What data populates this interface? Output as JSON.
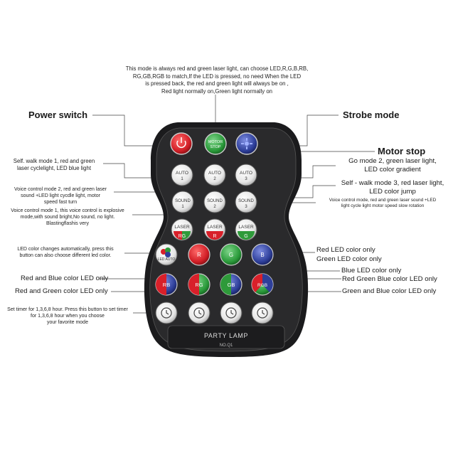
{
  "top_note": {
    "line1": "This mode is always red and green laser light, can choose LED,R,G,B,RB,",
    "line2": "RG,GB,RGB to match,If the LED is pressed, no need When the LED",
    "line3": "is pressed back, the red and green light will always be on ,",
    "line4": "Red light normally on,Green light normally on"
  },
  "callouts": {
    "power_switch": "Power switch",
    "strobe_mode": "Strobe mode",
    "motor_stop": "Motor stop",
    "self_walk_1": [
      "Self. walk mode 1, red and green",
      "laser cyclelight, LED blue light"
    ],
    "go_mode_2": [
      "Go mode 2, green laser light,",
      "LED color gradient"
    ],
    "self_walk_3": [
      "Self - walk mode 3, red laser light,",
      "LED color jump"
    ],
    "voice_mode_2": [
      "Voice control mode 2, red and green laser",
      "sound +LED light cycdle light, motor",
      "speed fast turn"
    ],
    "voice_mode_right": [
      "Voice control mode, red and green laser sound +LED",
      "light cycle light motor speed slow rotation"
    ],
    "voice_mode_1": [
      "Voice control mode 1, this voice control is explosive",
      "mode,with sound bright,No sound, no light.",
      "Blastingflashis very"
    ],
    "led_auto": [
      "LED color changes automatically, press this",
      "button can also choose different led color."
    ],
    "red_led": "Red LED color only",
    "green_led": "Green LED color only",
    "blue_led": "Blue LED color only",
    "rgb_led": "Red Green Blue color LED only",
    "red_blue_led": "Red and Blue color LED only",
    "gb_led": "Green and Blue color LED only",
    "rg_led": "Red and Green color LED only",
    "timer": [
      "Set timer for 1,3,6,8 hour. Press this button to set timer",
      "for 1,3,6,8 hour when you choose",
      "your favorite mode"
    ]
  },
  "remote": {
    "motor_stop_btn": [
      "MOTOR",
      "STOP"
    ],
    "auto_labels": [
      "AUTO",
      "AUTO",
      "AUTO"
    ],
    "auto_nums": [
      "1",
      "2",
      "3"
    ],
    "sound_labels": [
      "SOUND",
      "SOUND",
      "SOUND"
    ],
    "sound_nums": [
      "1",
      "2",
      "3"
    ],
    "laser_labels": [
      "LASER",
      "LASER",
      "LASER"
    ],
    "laser_sub": [
      "RG",
      "R",
      "G"
    ],
    "row5": [
      "LED AUTO",
      "R",
      "G",
      "B"
    ],
    "row6": [
      "RB",
      "RG",
      "GB",
      "RGB"
    ],
    "brand": "PARTY LAMP",
    "model": "NO.Q1"
  },
  "colors": {
    "remote_body": "#1c1c1e",
    "remote_panel": "#3a3a3c",
    "red": "#d8202a",
    "green": "#2e9a3a",
    "blue": "#2e3f9a",
    "button_white": "#eeeeee"
  }
}
